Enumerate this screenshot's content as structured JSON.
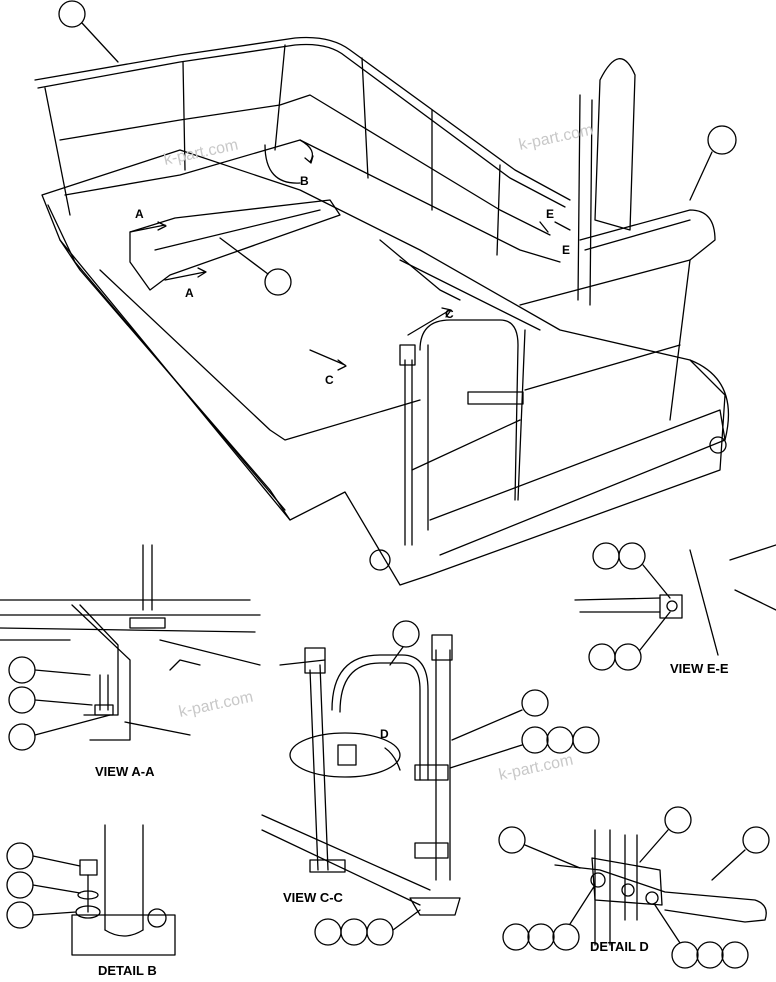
{
  "watermarks": [
    "k-part.com",
    "k-part.com",
    "k-part.com",
    "k-part.com"
  ],
  "section_letters": {
    "a1": "A",
    "a2": "A",
    "b": "B",
    "c1": "C",
    "c2": "C",
    "e1": "E",
    "e2": "E",
    "d": "D"
  },
  "view_labels": {
    "view_aa": "VIEW A-A",
    "view_cc": "VIEW C-C",
    "view_ee": "VIEW E-E",
    "detail_b": "DETAIL B",
    "detail_d": "DETAIL D"
  },
  "callout_count": 33
}
